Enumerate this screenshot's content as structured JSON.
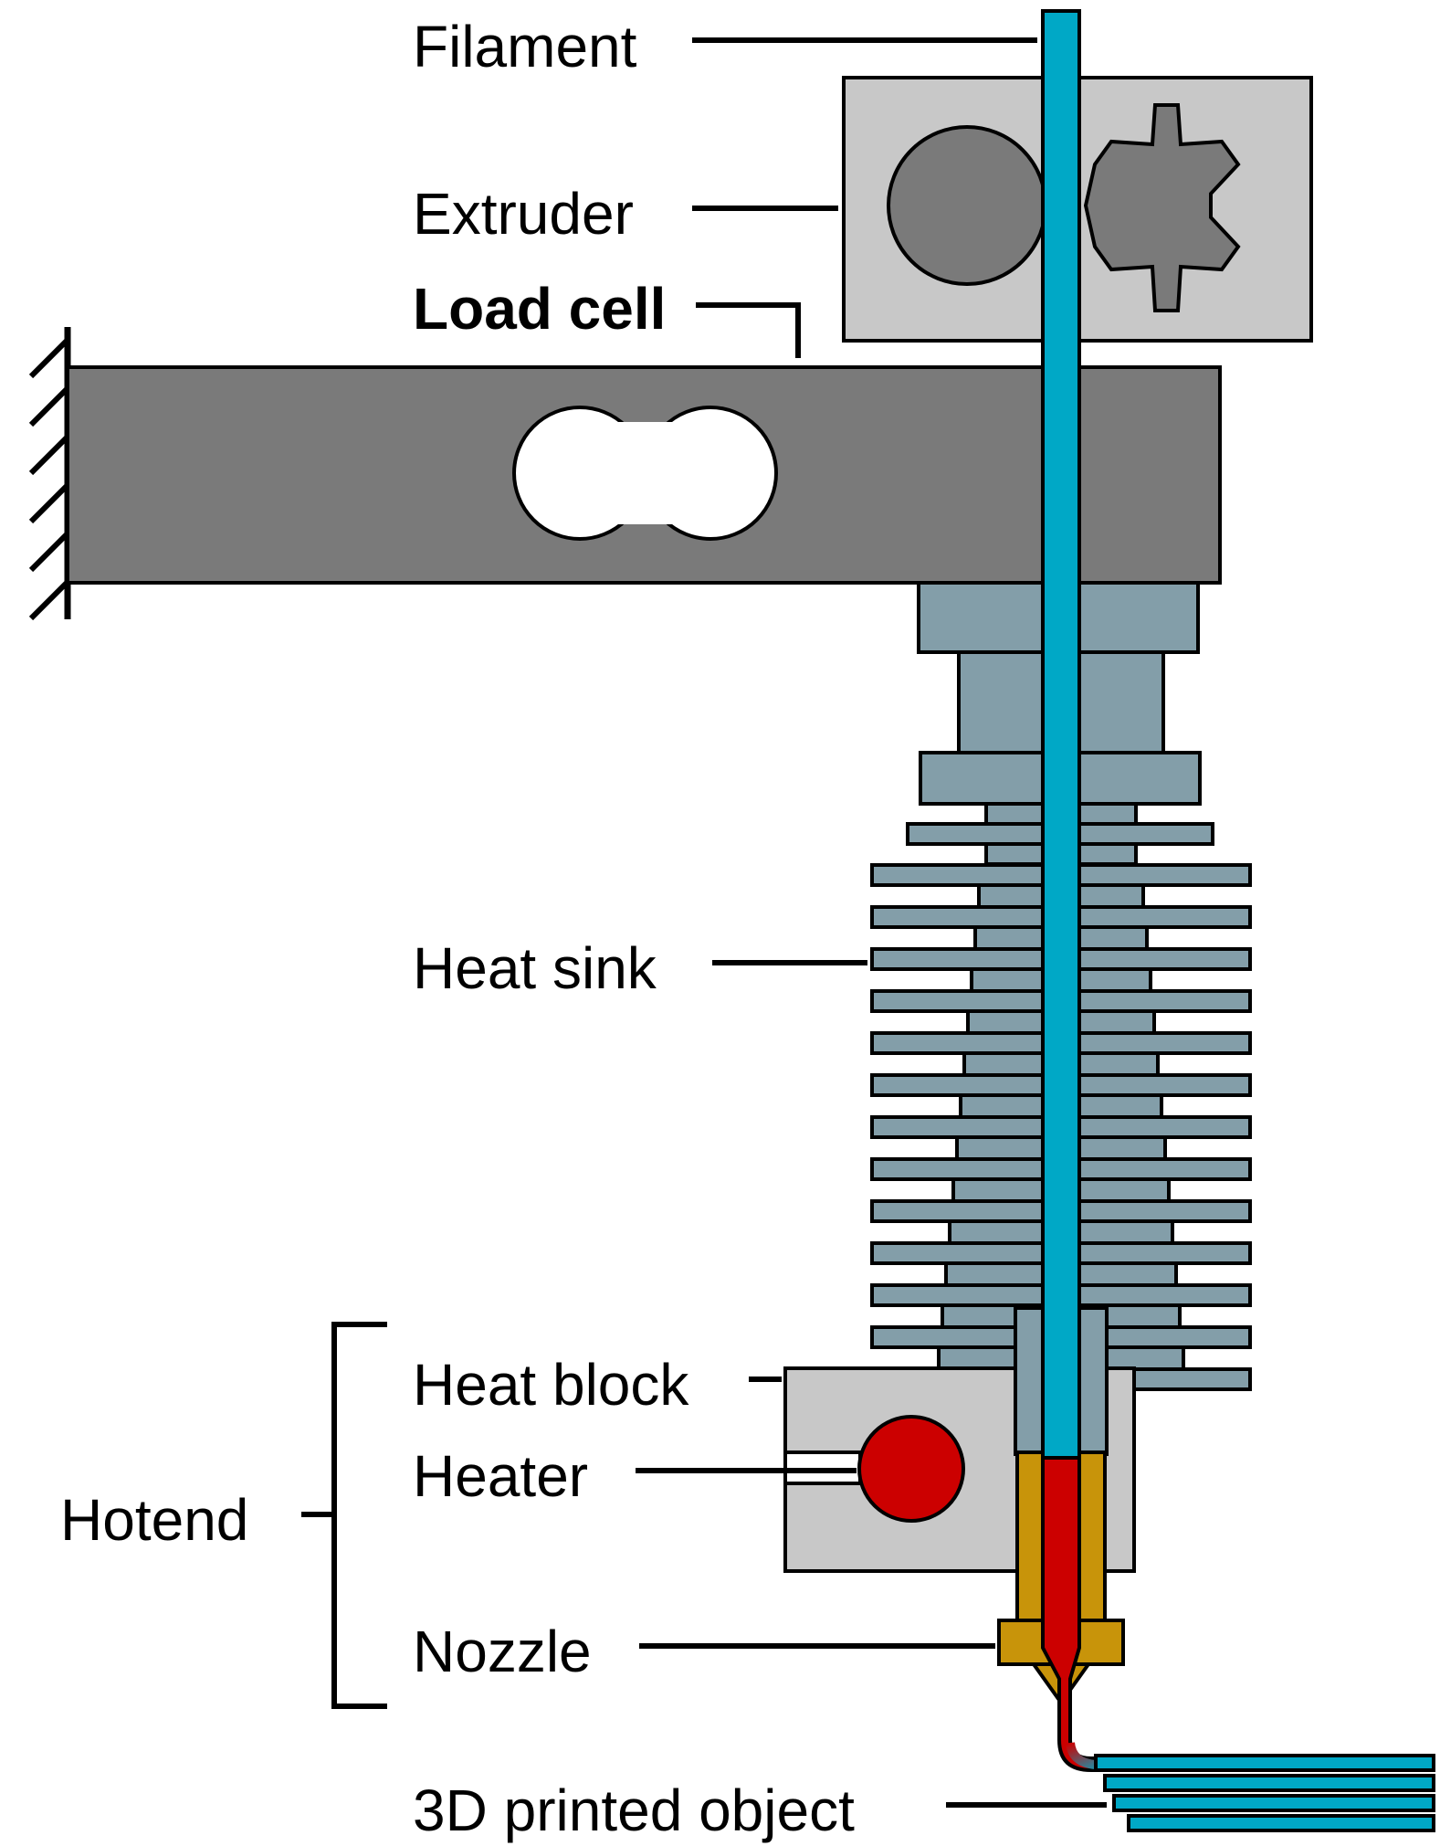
{
  "labels": {
    "filament": "Filament",
    "extruder": "Extruder",
    "load_cell": "Load cell",
    "heat_sink": "Heat sink",
    "heat_block": "Heat block",
    "heater": "Heater",
    "hotend": "Hotend",
    "nozzle": "Nozzle",
    "printed_object": "3D printed object"
  },
  "colors": {
    "filament": "#00a8c6",
    "molten_filament": "#cc0000",
    "extruder_body": "#c8c8c8",
    "gear": "#7a7a7a",
    "load_cell_beam": "#7a7a7a",
    "heat_sink": "#839ea9",
    "heat_block": "#c8c8c8",
    "nozzle_brass": "#c8940a",
    "printed_layers": "#00a8c6",
    "outline": "#000000",
    "background": "#ffffff"
  },
  "icons": {
    "wall_mount": "hatched-wall-icon",
    "drive_gear": "gear-icon",
    "idler_wheel": "circle-icon",
    "strain_hole": "double-circle-icon"
  }
}
